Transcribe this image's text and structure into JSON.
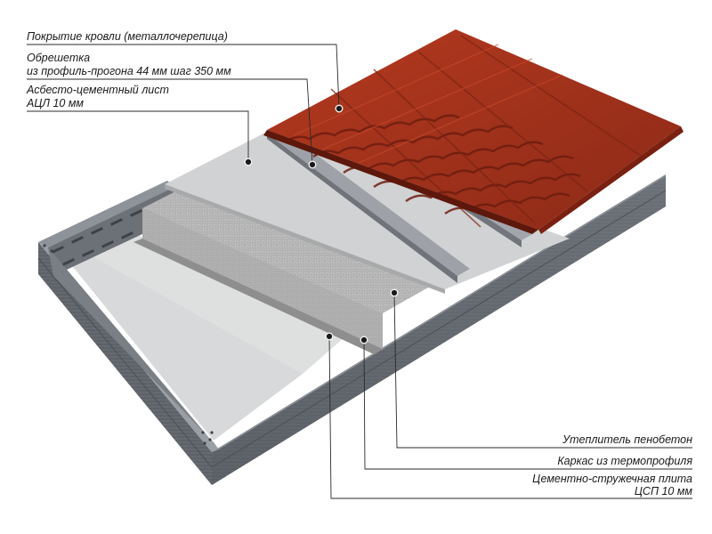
{
  "labels": {
    "roofing": "Покрытие кровли (металлочерепица)",
    "battens_1": "Обрешетка",
    "battens_2": "из профиль-прогона 44 мм шаг 350 мм",
    "fibercement_1": "Асбесто-цементный лист",
    "fibercement_2": "АЦЛ 10 мм",
    "insulation": "Утеплитель пенобетон",
    "frame": "Каркас из термопрофиля",
    "board_1": "Цементно-стружечная плита",
    "board_2": "ЦСП 10 мм"
  },
  "colors": {
    "tile_red": "#a8321f",
    "tile_dark": "#6e1d10",
    "cement_sheet": "#c9cacb",
    "foam_concrete": "#b9b9b9",
    "frame_steel": "#6f737a",
    "board": "#d6d7d8"
  }
}
